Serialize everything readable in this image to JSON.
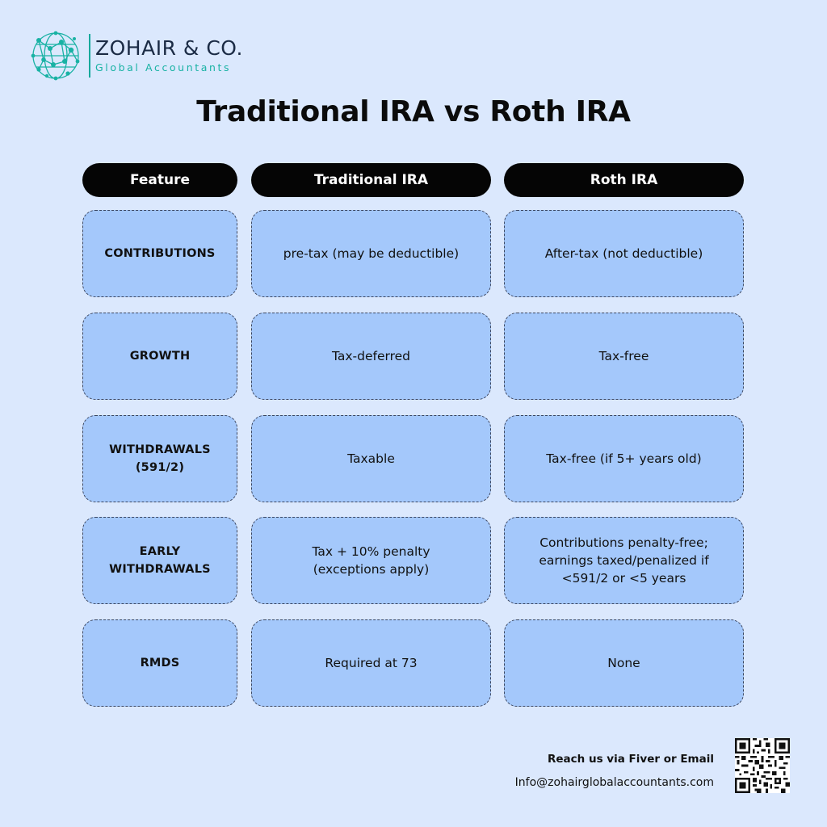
{
  "brand": {
    "name": "ZOHAIR & CO.",
    "tagline": "Global Accountants",
    "accent": "#19b2a4"
  },
  "title": "Traditional IRA vs Roth IRA",
  "table": {
    "headers": [
      "Feature",
      "Traditional IRA",
      "Roth IRA"
    ],
    "rows": [
      {
        "feature": "CONTRIBUTIONS",
        "traditional": "pre-tax (may be deductible)",
        "roth": "After-tax (not deductible)"
      },
      {
        "feature": "GROWTH",
        "traditional": "Tax-deferred",
        "roth": "Tax-free"
      },
      {
        "feature": "WITHDRAWALS (591/2)",
        "traditional": "Taxable",
        "roth": "Tax-free (if 5+ years old)"
      },
      {
        "feature": "EARLY WITHDRAWALS",
        "traditional": "Tax + 10% penalty (exceptions apply)",
        "roth": "Contributions penalty-free; earnings taxed/penalized if <591/2 or <5 years"
      },
      {
        "feature": "RMDS",
        "traditional": "Required at 73",
        "roth": "None"
      }
    ]
  },
  "contact": {
    "line1": "Reach us via Fiver or Email",
    "email": "Info@zohairglobalaccountants.com",
    "qr_icon": "qr-code-icon"
  },
  "colors": {
    "background": "#dbe8fd",
    "cell": "#a4c8fb",
    "header": "#050505"
  }
}
